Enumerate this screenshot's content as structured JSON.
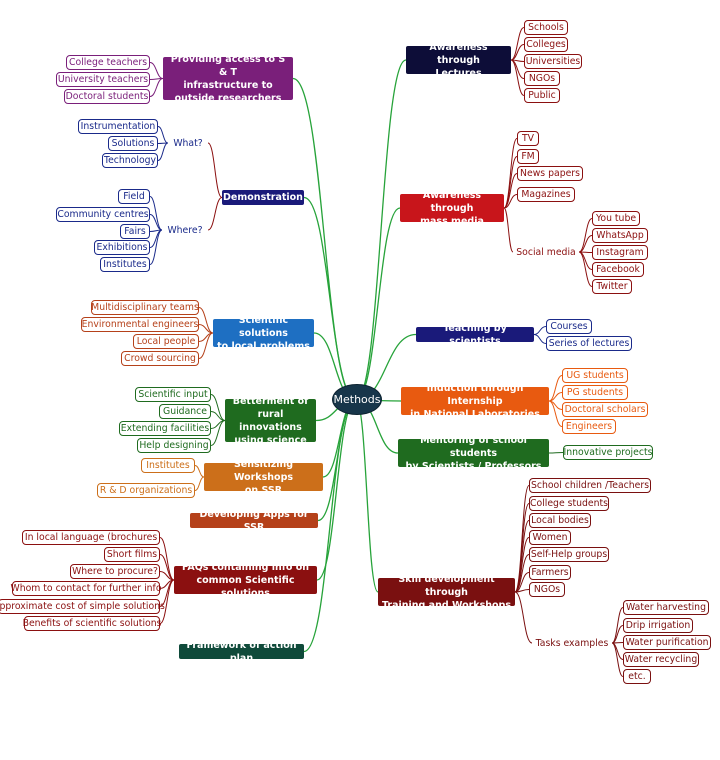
{
  "colors": {
    "branch_line": "#27a33a",
    "center": "#17364a",
    "purple": "#7a1f7a",
    "navy": "#1a1a7a",
    "blue": "#1e6fc2",
    "green": "#1f6b1f",
    "orange": "#cc6f1a",
    "brick": "#b5411a",
    "maroon": "#8b1010",
    "darkgreen": "#0f4a3a",
    "black_navy": "#0d0d38",
    "red": "#c8151b",
    "orange_red": "#e85a10",
    "darkred": "#7a1010",
    "subnavy": "#1a2a8a"
  },
  "center": "Methods",
  "left": {
    "access": {
      "title": "Providing access to S & T\ninfrastructure to\noutside researchers",
      "items": [
        "College teachers",
        "University teachers",
        "Doctoral students"
      ]
    },
    "demo": {
      "title": "Demonstration",
      "what": "What?",
      "what_items": [
        "Instrumentation",
        "Solutions",
        "Technology"
      ],
      "where": "Where?",
      "where_items": [
        "Field",
        "Community centres",
        "Fairs",
        "Exhibitions",
        "Institutes"
      ]
    },
    "scientific": {
      "title": "Scientific solutions\nto local problems",
      "items": [
        "Multidisciplinary teams",
        "Environmental engineers",
        "Local people",
        "Crowd sourcing"
      ]
    },
    "rural": {
      "title": "Betterment of\nrural innovations\nusing science",
      "items": [
        "Scientific input",
        "Guidance",
        "Extending facilities",
        "Help designing"
      ]
    },
    "workshops": {
      "title": "Sensitizing Workshops\non SSR",
      "items": [
        "Institutes",
        "R & D organizations"
      ]
    },
    "apps": {
      "title": "Developing Apps for SSR"
    },
    "faq": {
      "title": "FAQs containing info on\ncommon Scientific solutions",
      "items": [
        "In local language (brochures",
        "Short films",
        "Where to procure?",
        "Whom to contact for further info",
        "Approximate cost of simple solutions",
        "Benefits of scientific solutions"
      ]
    },
    "framework": {
      "title": "Framework of action plan"
    }
  },
  "right": {
    "lectures": {
      "title": "Awareness through\nLectures",
      "items": [
        "Schools",
        "Colleges",
        "Universities",
        "NGOs",
        "Public"
      ]
    },
    "media": {
      "title": "Awareness through\nmass media",
      "items": [
        "TV",
        "FM",
        "News papers",
        "Magazines"
      ],
      "social": "Social media",
      "social_items": [
        "You tube",
        "WhatsApp",
        "Instagram",
        "Facebook",
        "Twitter"
      ]
    },
    "teaching": {
      "title": "Teaching by scientists",
      "items": [
        "Courses",
        "Series of lectures"
      ]
    },
    "internship": {
      "title": "Induction through Internship\nin National Laboratories",
      "items": [
        "UG students",
        "PG students",
        "Doctoral scholars",
        "Engineers"
      ]
    },
    "mentoring": {
      "title": "Mentoring of school students\nby Scientists / Professors",
      "items": [
        "Innovative projects"
      ]
    },
    "skill": {
      "title": "Skill development through\nTraining and Workshops",
      "items": [
        "School children /Teachers",
        "College students",
        "Local bodies",
        "Women",
        "Self-Help groups",
        "Farmers",
        "NGOs"
      ],
      "tasks": "Tasks examples",
      "tasks_items": [
        "Water harvesting",
        "Drip irrigation",
        "Water purification",
        "Water recycling",
        "etc."
      ]
    }
  }
}
